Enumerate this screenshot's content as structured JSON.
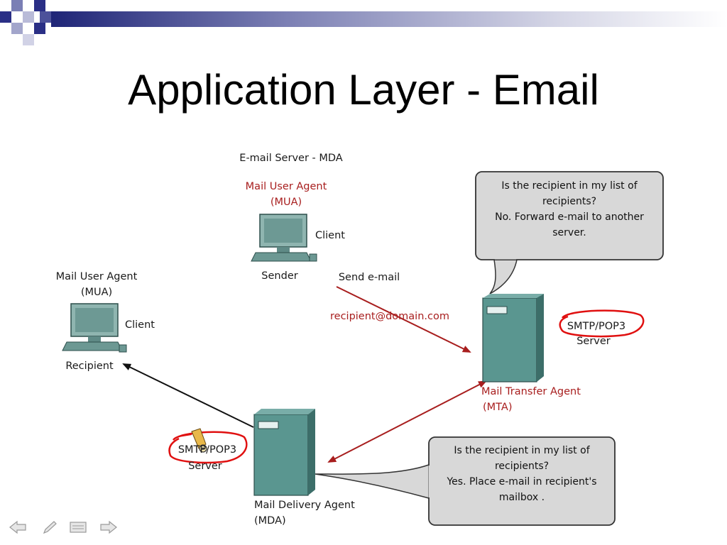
{
  "slide": {
    "title": "Application Layer - Email"
  },
  "sender": {
    "header": "E-mail Server - MDA",
    "agent_line1": "Mail User Agent",
    "agent_line2": "(MUA)",
    "client": "Client",
    "role": "Sender"
  },
  "recipient": {
    "agent_line1": "Mail User Agent",
    "agent_line2": "(MUA)",
    "client": "Client",
    "role": "Recipient"
  },
  "transfer": {
    "send_label": "Send e-mail",
    "address": "recipient@domain.com"
  },
  "mta": {
    "server_line1": "SMTP/POP3",
    "server_line2": "Server",
    "agent_line1": "Mail Transfer Agent",
    "agent_line2": "(MTA)"
  },
  "mda": {
    "server_line1": "SMTP/POP3",
    "server_line2": "Server",
    "agent_line1": "Mail Delivery Agent",
    "agent_line2": "(MDA)"
  },
  "bubble_top": {
    "line1": "Is the recipient in my list of",
    "line2": "recipients?",
    "line3": "No. Forward e-mail to another",
    "line4": "server."
  },
  "bubble_bottom": {
    "line1": "Is the recipient in my list of",
    "line2": "recipients?",
    "line3": "Yes. Place e-mail in recipient's",
    "line4": "mailbox ."
  },
  "colors": {
    "server_teal": "#4f8c86",
    "accent_red": "#a81e1e",
    "annotation_red": "#e01010",
    "bubble_fill": "#d8d8d8",
    "banner_blue": "#2a2f86"
  },
  "nav_icons": [
    "previous-arrow-icon",
    "pen-icon",
    "slide-menu-icon",
    "next-arrow-icon"
  ]
}
